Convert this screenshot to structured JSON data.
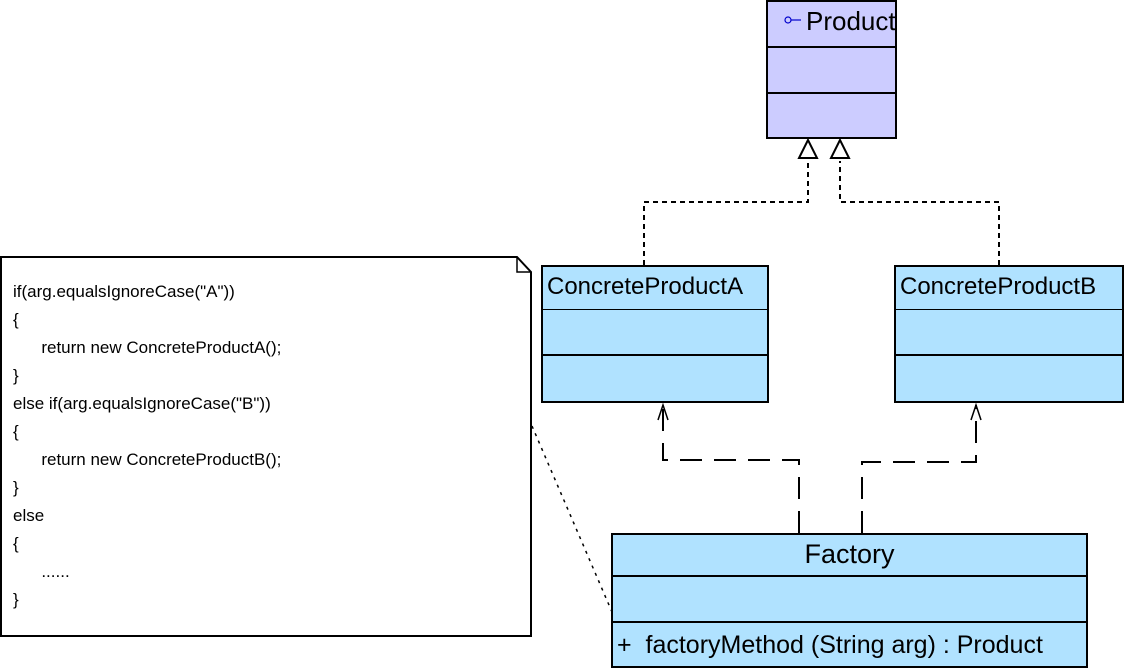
{
  "diagram": {
    "type": "uml-class-diagram",
    "classes": {
      "product": {
        "name": "Product",
        "stereotype_icon": "interface-icon",
        "attributes": [],
        "methods": [],
        "fill": "#ccccff"
      },
      "concrete_product_a": {
        "name": "ConcreteProductA",
        "attributes": [],
        "methods": [],
        "fill": "#b0e2ff"
      },
      "concrete_product_b": {
        "name": "ConcreteProductB",
        "attributes": [],
        "methods": [],
        "fill": "#b0e2ff"
      },
      "factory": {
        "name": "Factory",
        "attributes": [],
        "methods": [
          {
            "visibility": "+",
            "signature": "factoryMethod (String arg) : Product"
          }
        ],
        "fill": "#b0e2ff"
      }
    },
    "relationships": [
      {
        "type": "realization",
        "from": "ConcreteProductA",
        "to": "Product"
      },
      {
        "type": "realization",
        "from": "ConcreteProductB",
        "to": "Product"
      },
      {
        "type": "dependency",
        "from": "Factory",
        "to": "ConcreteProductA"
      },
      {
        "type": "dependency",
        "from": "Factory",
        "to": "ConcreteProductB"
      },
      {
        "type": "note-anchor",
        "from": "note",
        "to": "Factory.factoryMethod"
      }
    ],
    "note": {
      "lines": [
        "if(arg.equalsIgnoreCase(\"A\"))",
        "{",
        "      return new ConcreteProductA();",
        "}",
        "else if(arg.equalsIgnoreCase(\"B\"))",
        "{",
        "      return new ConcreteProductB();",
        "}",
        "else",
        "{",
        "      ......",
        "}"
      ]
    }
  }
}
